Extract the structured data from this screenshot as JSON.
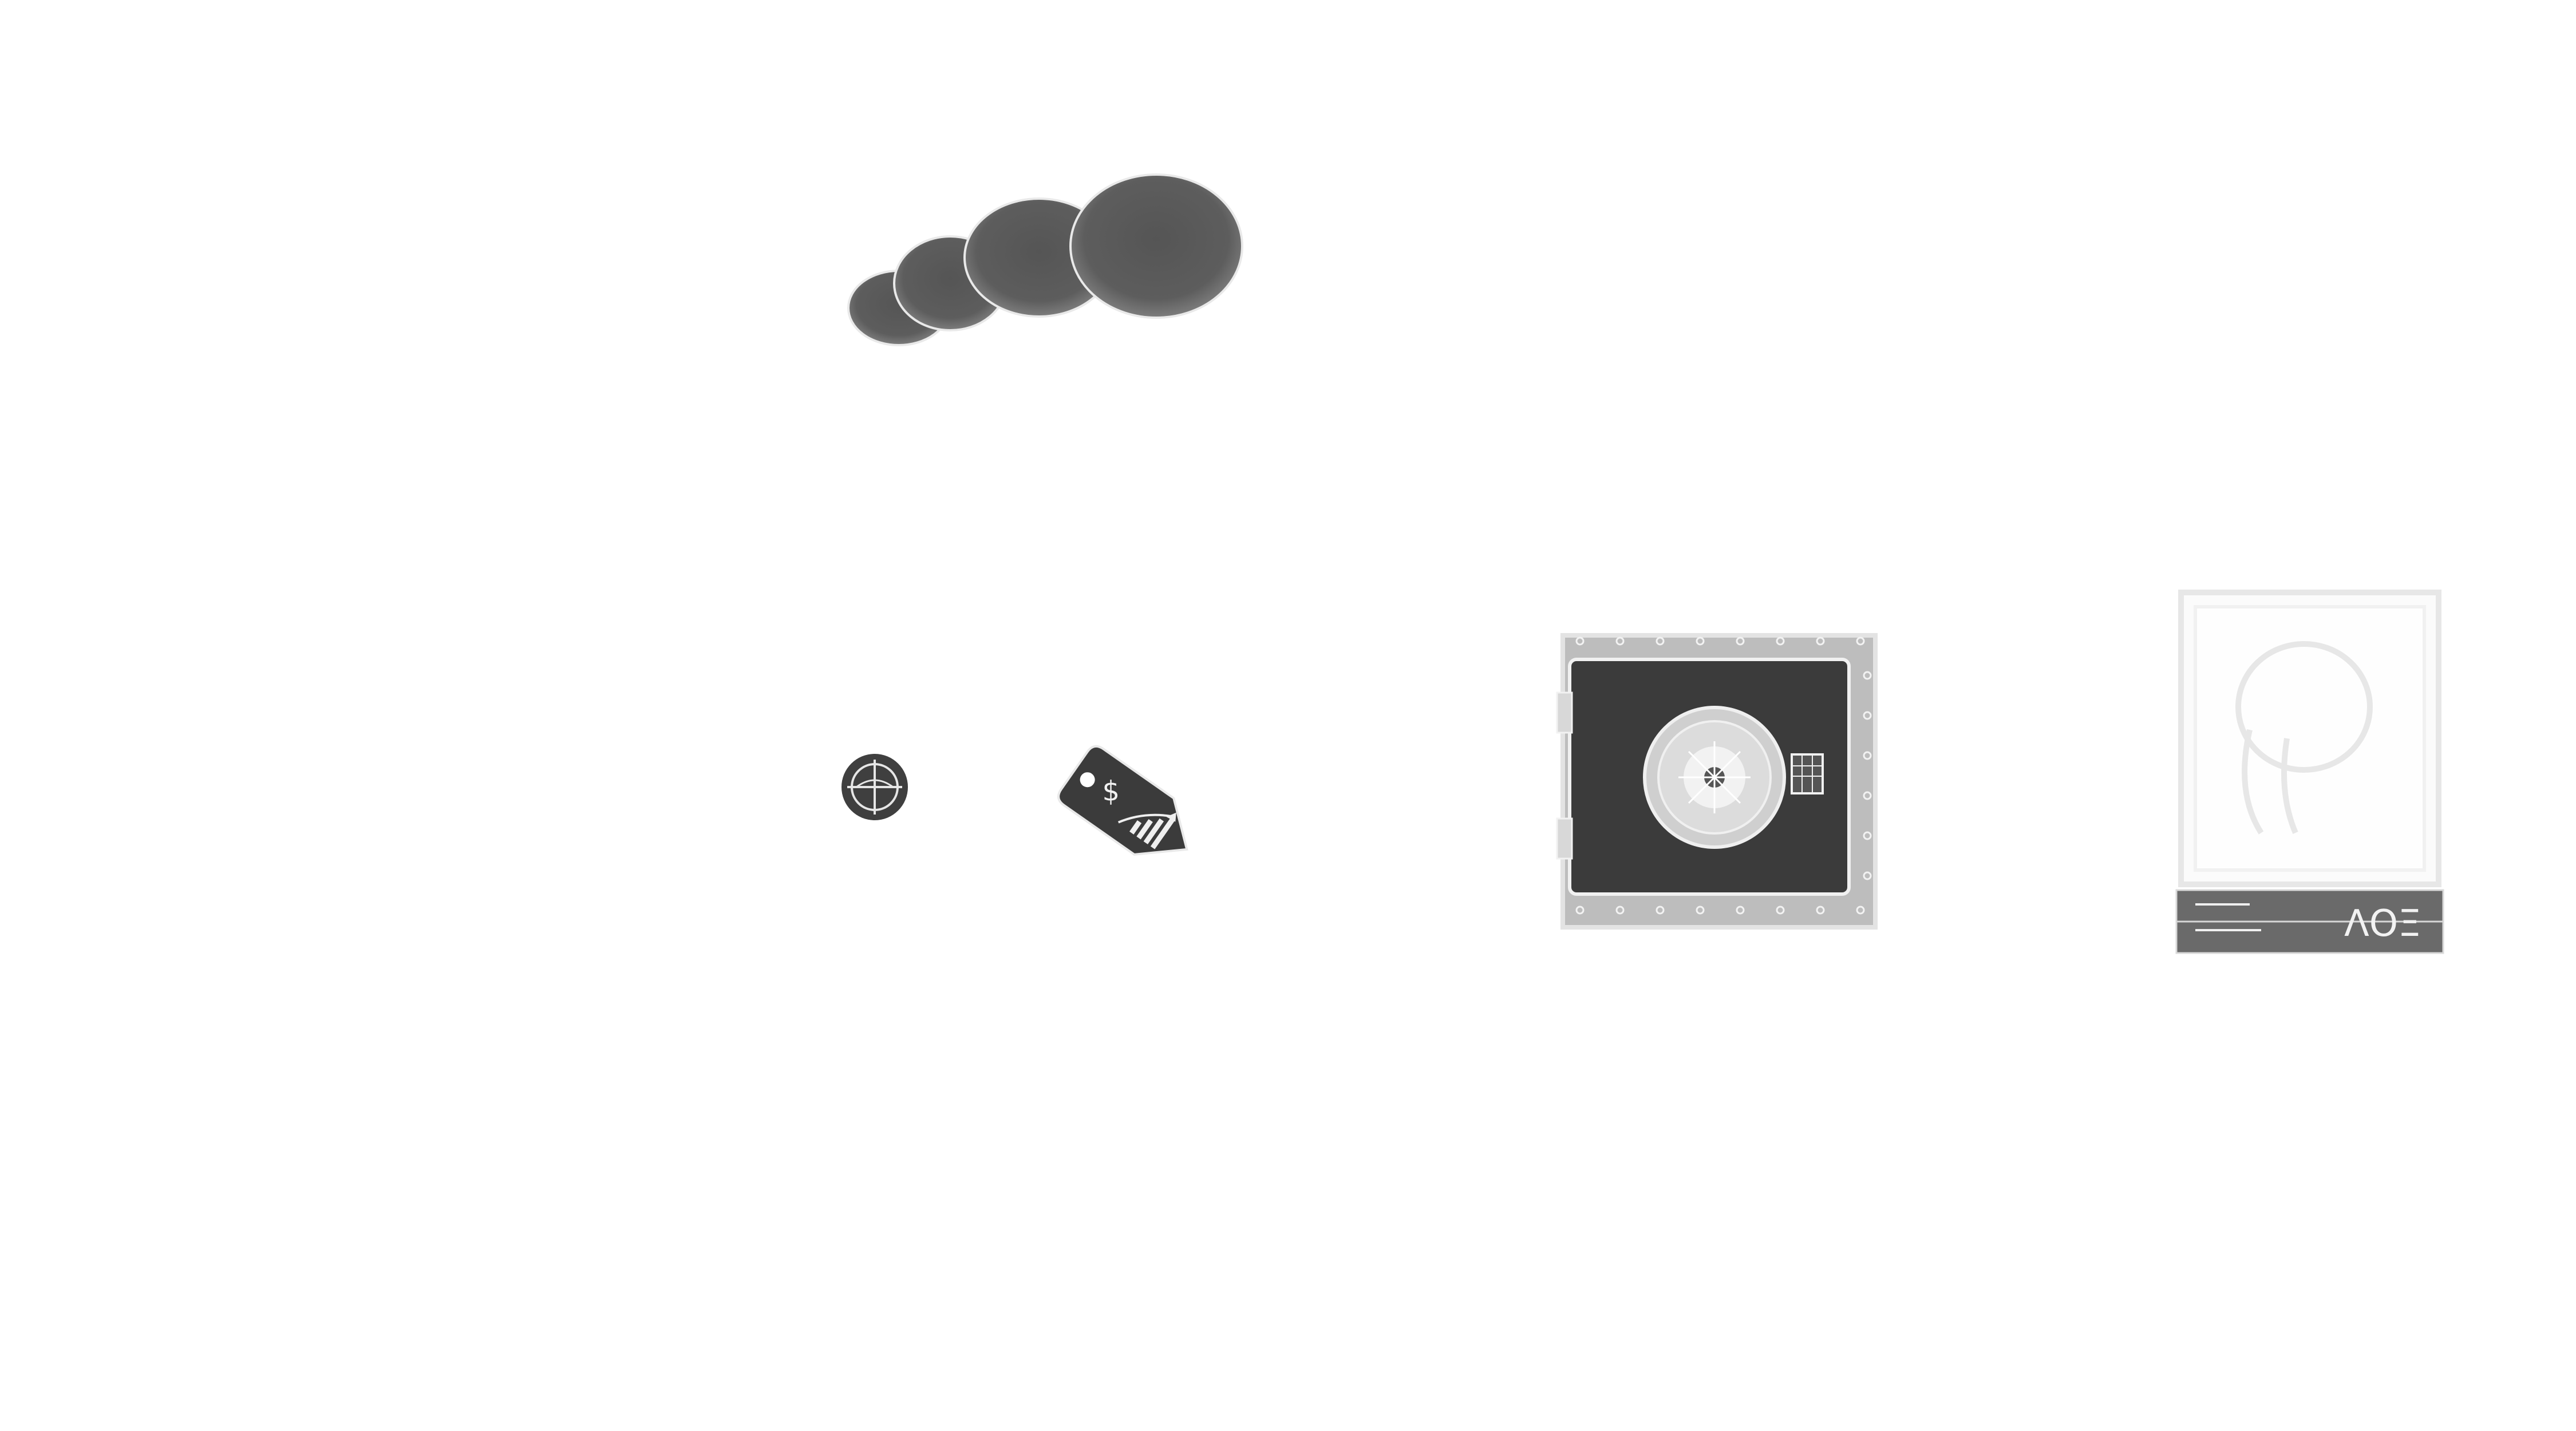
{
  "scene": {
    "background": "#ffffff",
    "ink": "#3a3a3a",
    "ink_soft": "#5c5c5c",
    "highlight": "#f4f4f4"
  },
  "icons": [
    {
      "id": "cloud",
      "semantic": "cloud-icon"
    },
    {
      "id": "globe",
      "semantic": "globe-icon"
    },
    {
      "id": "price-tag",
      "semantic": "price-tag-icon",
      "symbol": "$"
    },
    {
      "id": "safe",
      "semantic": "safe-vault-icon"
    },
    {
      "id": "watch-box",
      "semantic": "watch-box-icon",
      "label": "ΛΟΞ"
    }
  ]
}
